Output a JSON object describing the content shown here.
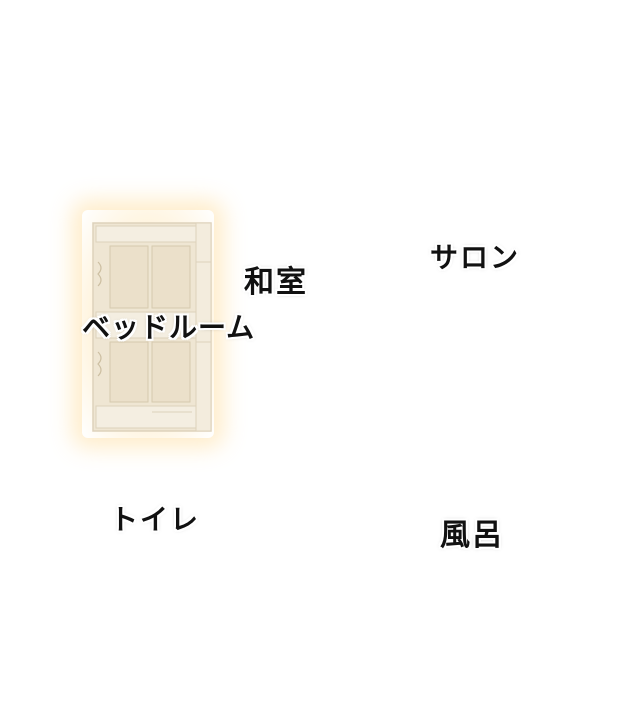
{
  "rooms": {
    "washitsu": "和室",
    "salon": "サロン",
    "bedroom": "ベッドルーム",
    "toilet": "トイレ",
    "bath": "風呂"
  },
  "selected_room": "bedroom",
  "colors": {
    "background": "#ffffff",
    "glow": "#ffd88a",
    "door_fill": "#efe6d3",
    "door_line": "#d9cdb6",
    "label_text": "#111111",
    "label_outline": "#ffffff"
  }
}
